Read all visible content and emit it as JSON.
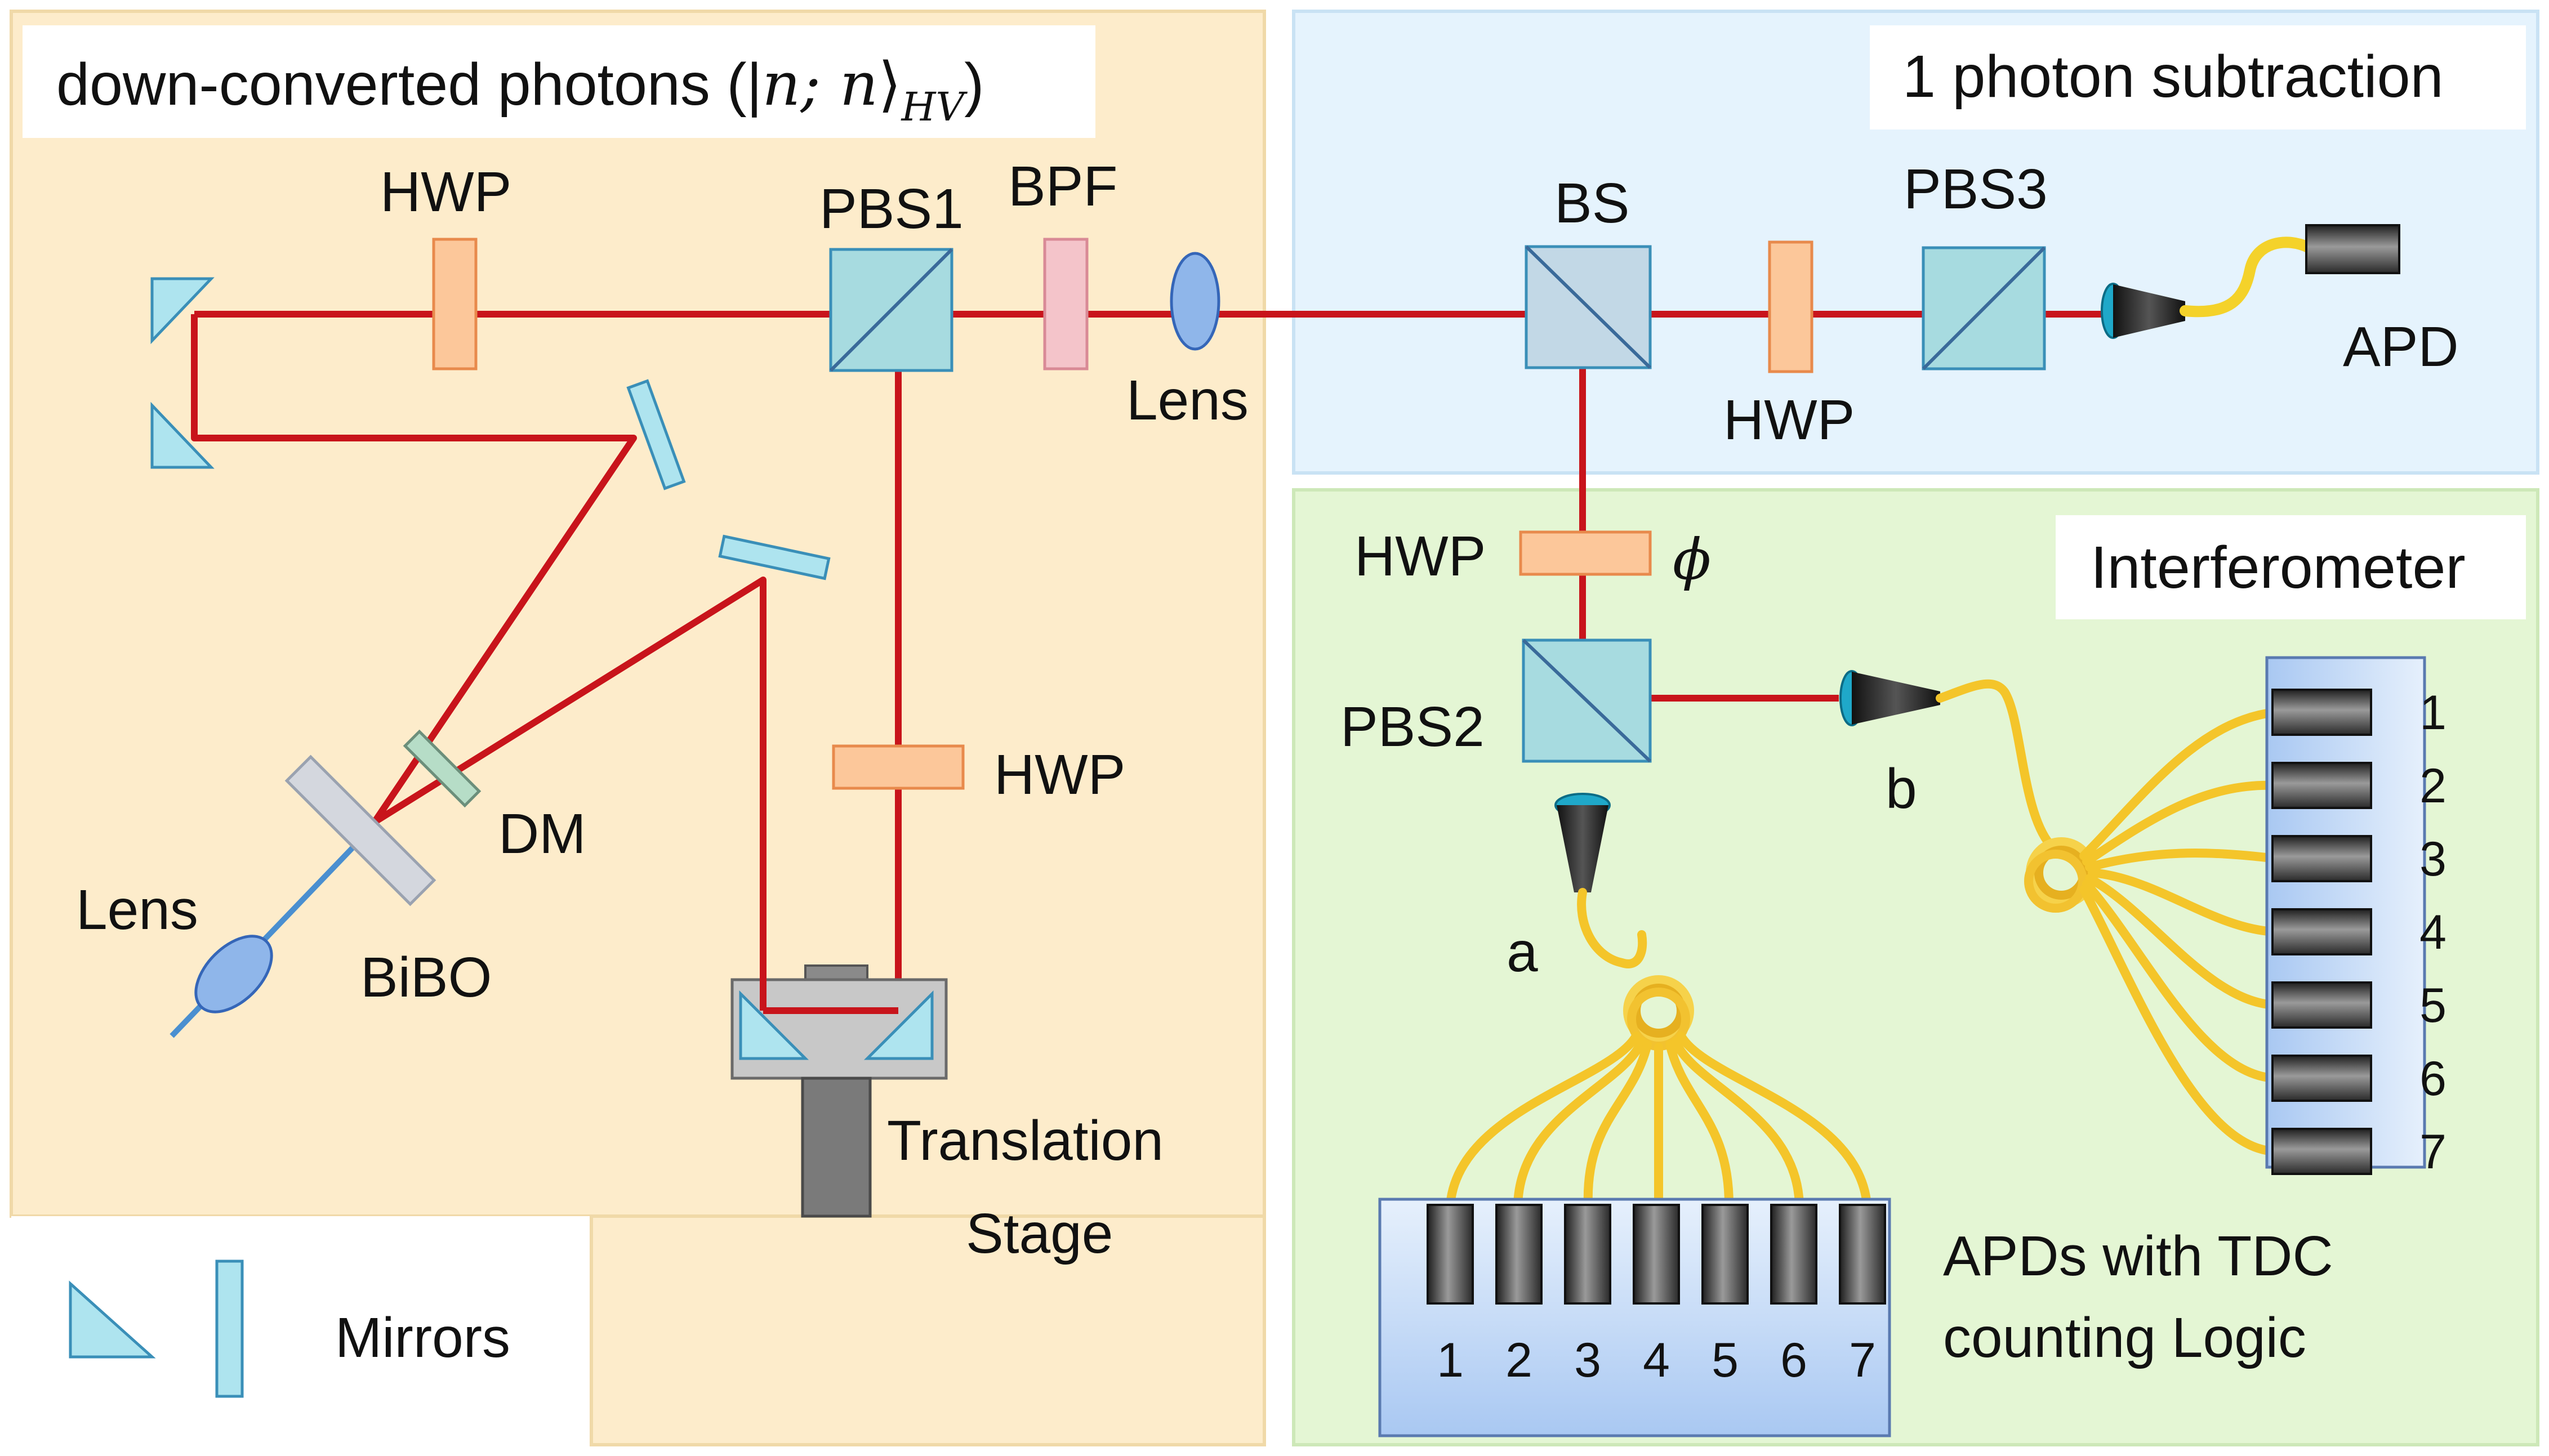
{
  "panels": {
    "source_title_prefix": "down-converted photons (|",
    "source_title_math": "n; n",
    "source_title_close": "⟩",
    "source_title_sub": "HV",
    "source_title_end": ")",
    "subtraction_title": "1 photon subtraction",
    "interferometer_title": "Interferometer"
  },
  "labels": {
    "hwp_top": "HWP",
    "pbs1": "PBS1",
    "bpf": "BPF",
    "lens_mid": "Lens",
    "bs": "BS",
    "pbs3": "PBS3",
    "apd": "APD",
    "hwp_sub": "HWP",
    "hwp_interf": "HWP",
    "phi": "ϕ",
    "pbs2": "PBS2",
    "hwp_delay": "HWP",
    "dm": "DM",
    "lens_pump": "Lens",
    "bibo": "BiBO",
    "stage_line1": "Translation",
    "stage_line2": "Stage",
    "port_a": "a",
    "port_b": "b",
    "apd_array_line1": "APDs with TDC",
    "apd_array_line2": "counting Logic",
    "legend_mirrors": "Mirrors"
  },
  "detector_numbers_bottom": [
    "1",
    "2",
    "3",
    "4",
    "5",
    "6",
    "7"
  ],
  "detector_numbers_right": [
    "1",
    "2",
    "3",
    "4",
    "5",
    "6",
    "7"
  ],
  "colors": {
    "source_panel": "#fdeccb",
    "subtraction_panel": "#e5f3fd",
    "interferometer_panel": "#e4f6d4",
    "beam": "#c8141b",
    "pump_beam": "#4a8fd0",
    "fiber": "#f4d22a",
    "optic_cyan": "#aee4ef",
    "hwp_orange": "#fcc79a"
  }
}
